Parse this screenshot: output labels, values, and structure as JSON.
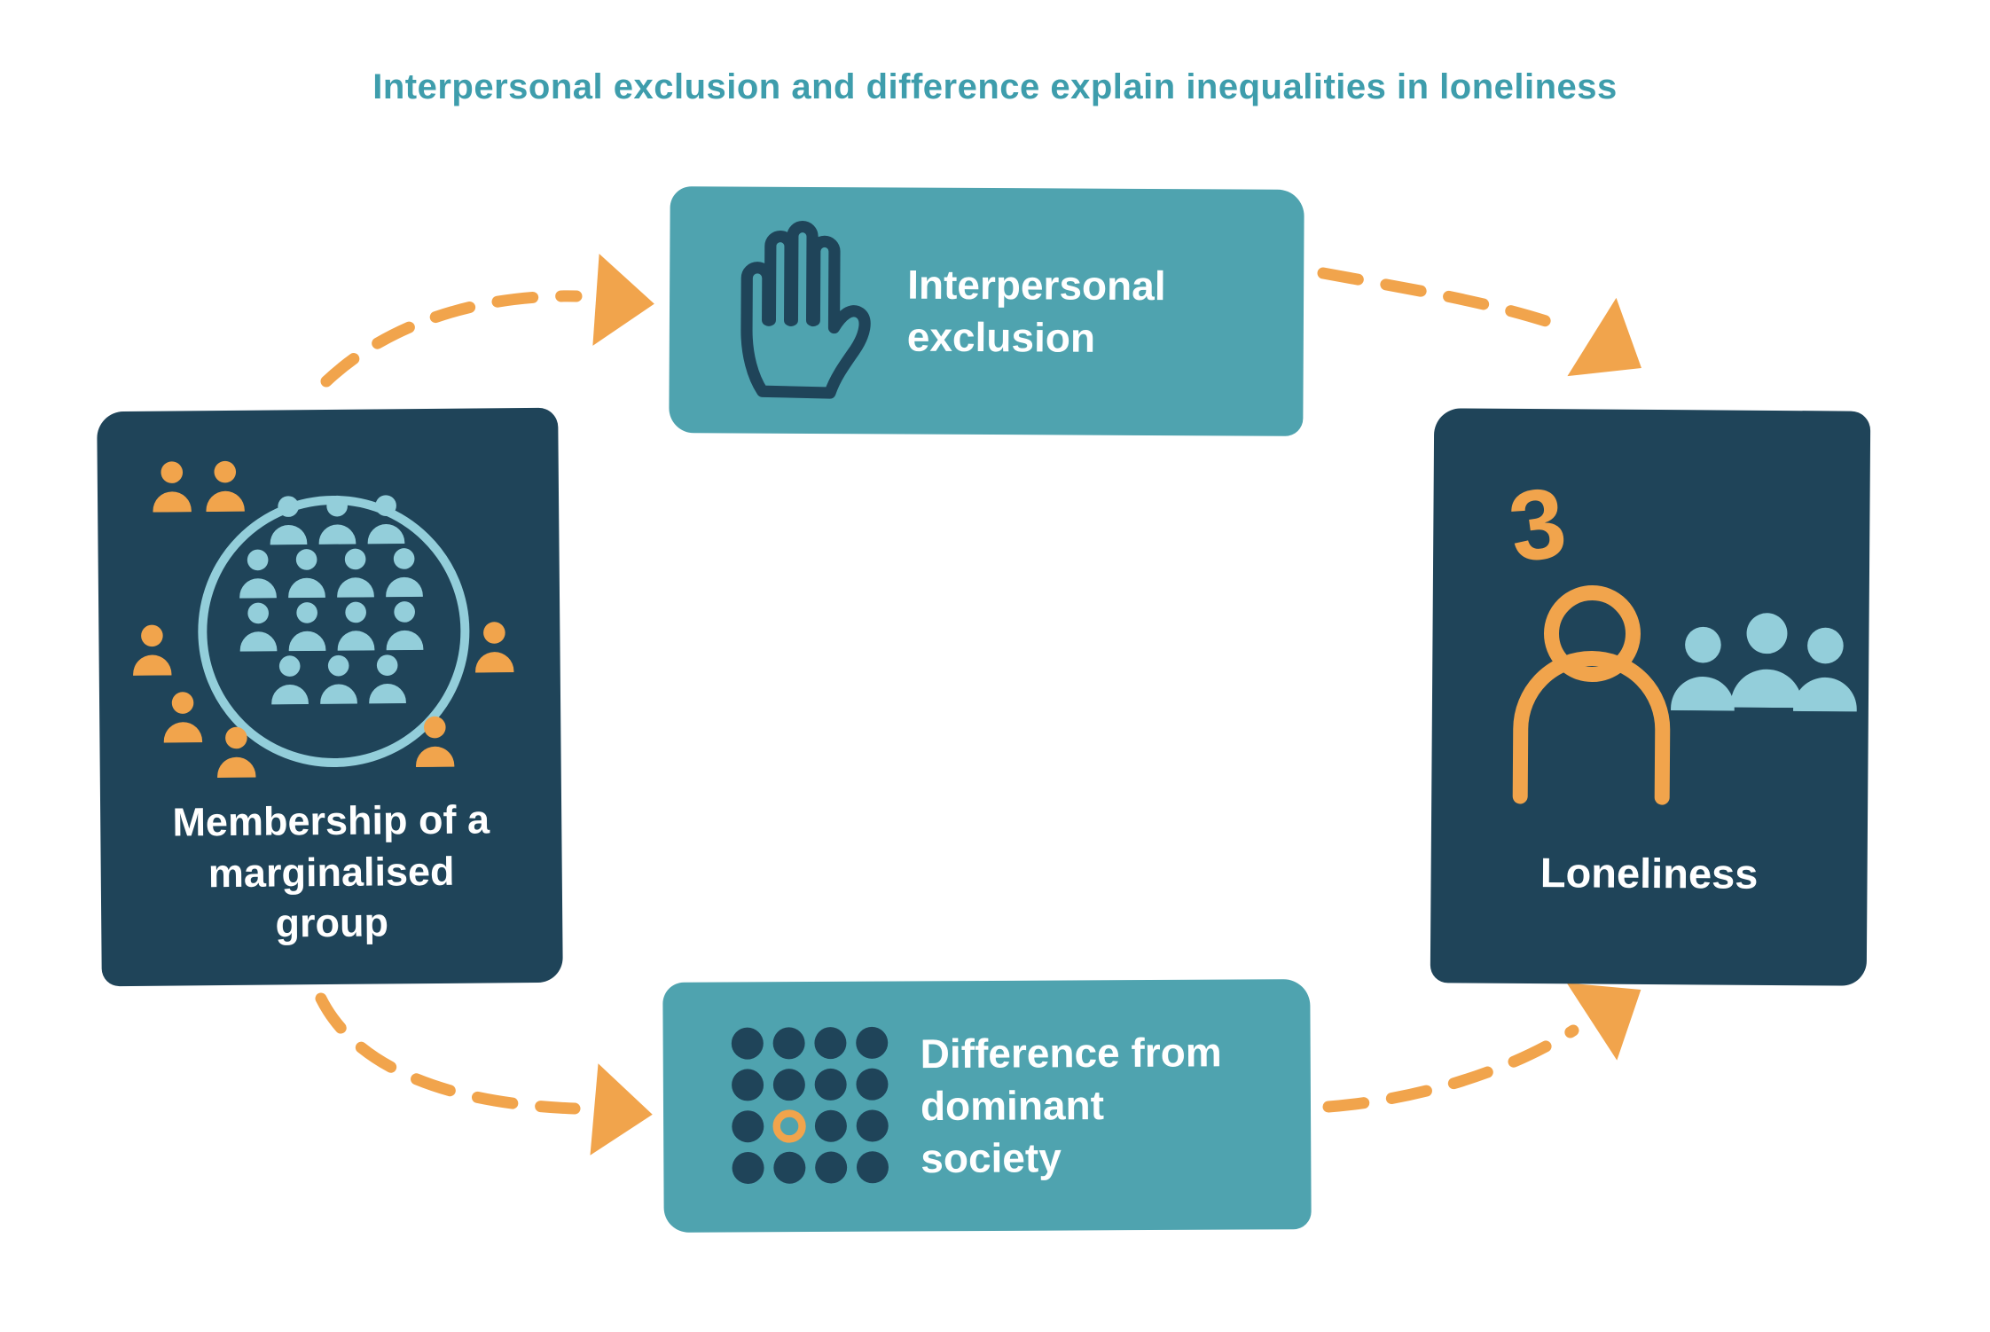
{
  "title": "Interpersonal exclusion and difference explain inequalities in loneliness",
  "nodes": {
    "membership": {
      "label": "Membership of a marginalised group"
    },
    "interpersonal_exclusion": {
      "label": "Interpersonal exclusion"
    },
    "difference": {
      "label": "Difference from dominant society"
    },
    "loneliness": {
      "label": "Loneliness"
    }
  },
  "icons": {
    "membership": "marginalised-group-icon",
    "interpersonal_exclusion": "hand-stop-icon",
    "difference": "dot-grid-outlier-icon",
    "loneliness": "lonely-person-icon"
  },
  "colors": {
    "navy": "#1F4459",
    "teal": "#4FA3AF",
    "orange": "#F1A44C",
    "light_teal": "#93CEDA",
    "title_teal": "#3E9DAC",
    "white": "#FFFFFF"
  }
}
